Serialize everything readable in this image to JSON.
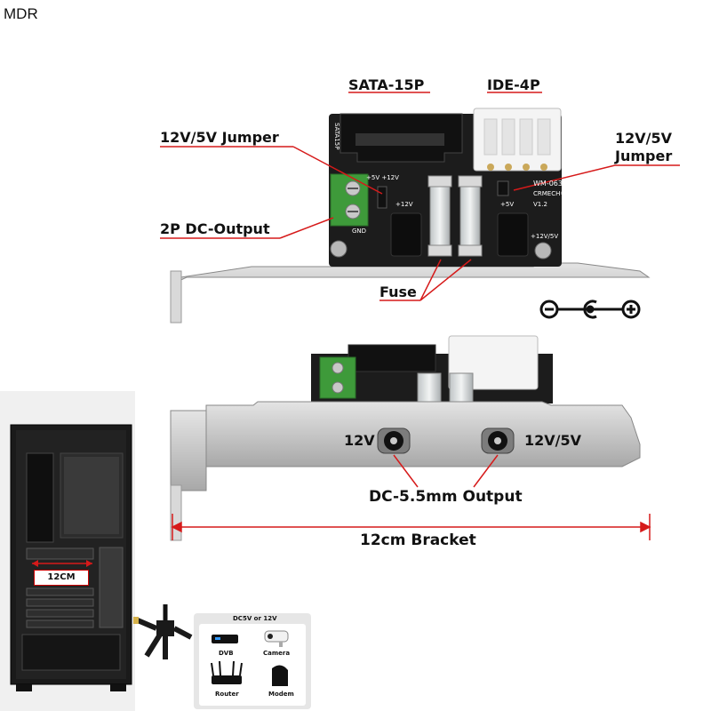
{
  "brand": "MDR",
  "top_view": {
    "sata_label": "SATA-15P",
    "ide_label": "IDE-4P",
    "jumper_left_label": "12V/5V Jumper",
    "jumper_right_label_line1": "12V/5V",
    "jumper_right_label_line2": "Jumper",
    "dc_output_label": "2P DC-Output",
    "fuse_label": "Fuse",
    "silk_sata": "SATA15P",
    "silk_gnd": "GND",
    "silk_12v": "+12V",
    "silk_5v": "+5V",
    "silk_model": "WM-063",
    "silk_brand": "CRMECH®",
    "silk_ver": "V1.2",
    "silk_12v5v": "+12V/5V",
    "silk_jumper_pins": "+5V +12V"
  },
  "bracket_view": {
    "port_left_label": "12V",
    "port_right_label": "12V/5V",
    "output_label": "DC-5.5mm Output",
    "bracket_label": "12cm Bracket"
  },
  "case_view": {
    "size_label": "12CM"
  },
  "devices_panel": {
    "header": "DC5V or 12V",
    "items": [
      {
        "label": "DVB",
        "icon": "dvb-box-icon"
      },
      {
        "label": "Camera",
        "icon": "camera-icon"
      },
      {
        "label": "Router",
        "icon": "router-icon"
      },
      {
        "label": "Modem",
        "icon": "modem-icon"
      }
    ]
  },
  "colors": {
    "accent_red": "#d61a1a",
    "pcb_black": "#1a1a1a",
    "terminal_green": "#3e9a3a",
    "bracket_silver": "#c9c9c9"
  }
}
